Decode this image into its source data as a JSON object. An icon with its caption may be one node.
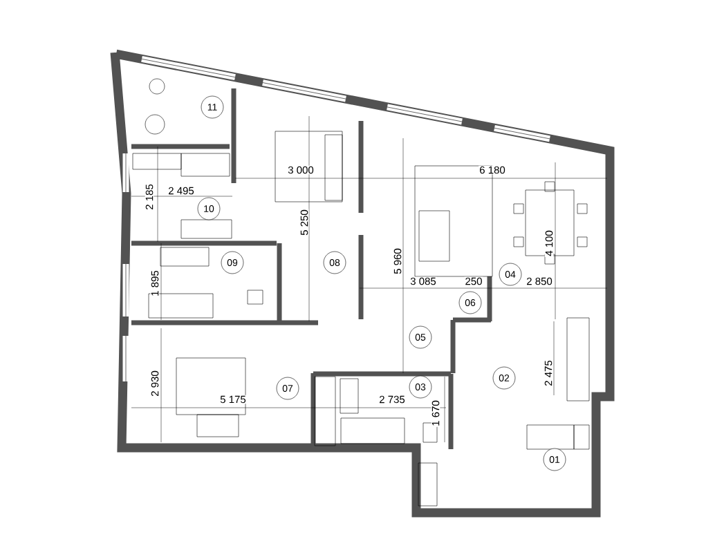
{
  "diagram": {
    "nodes": [
      {
        "text": [
          "11"
        ]
      },
      {
        "text": [
          "10"
        ]
      },
      {
        "text": [
          "09"
        ]
      },
      {
        "text": [
          "08"
        ]
      },
      {
        "text": [
          "04"
        ]
      },
      {
        "text": [
          "06"
        ]
      },
      {
        "text": [
          "05"
        ]
      },
      {
        "text": [
          "02"
        ]
      },
      {
        "text": [
          "03"
        ]
      },
      {
        "text": [
          "07"
        ]
      },
      {
        "text": [
          "01"
        ]
      }
    ],
    "labels": [
      "3 000",
      "6 180",
      "2 185",
      "2 495",
      "5 250",
      "5 960",
      "4 100",
      "1 895",
      "3 085",
      "250",
      "2 850",
      "2 930",
      "2 475",
      "5 175",
      "2 735",
      "1 670"
    ]
  }
}
